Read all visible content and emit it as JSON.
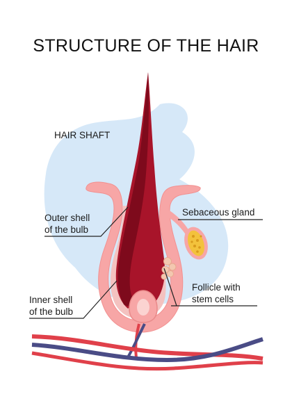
{
  "title": "STRUCTURE OF THE HAIR",
  "labels": {
    "hair_shaft": "HAIR SHAFT",
    "sebaceous_gland": "Sebaceous gland",
    "outer_shell_line1": "Outer shell",
    "outer_shell_line2": "of the bulb",
    "inner_shell_line1": "Inner shell",
    "inner_shell_line2": "of the bulb",
    "follicle_line1": "Follicle with",
    "follicle_line2": "stem cells"
  },
  "colors": {
    "background_blob": "#d6e8f8",
    "skin_pink": "#f7a6a6",
    "inner_pink": "#f4c2c0",
    "hair_dark_red": "#8e0e22",
    "hair_red": "#b3182c",
    "gland_yellow": "#f3c23c",
    "vessel_red": "#e0404a",
    "vessel_blue": "#4a4c86"
  }
}
